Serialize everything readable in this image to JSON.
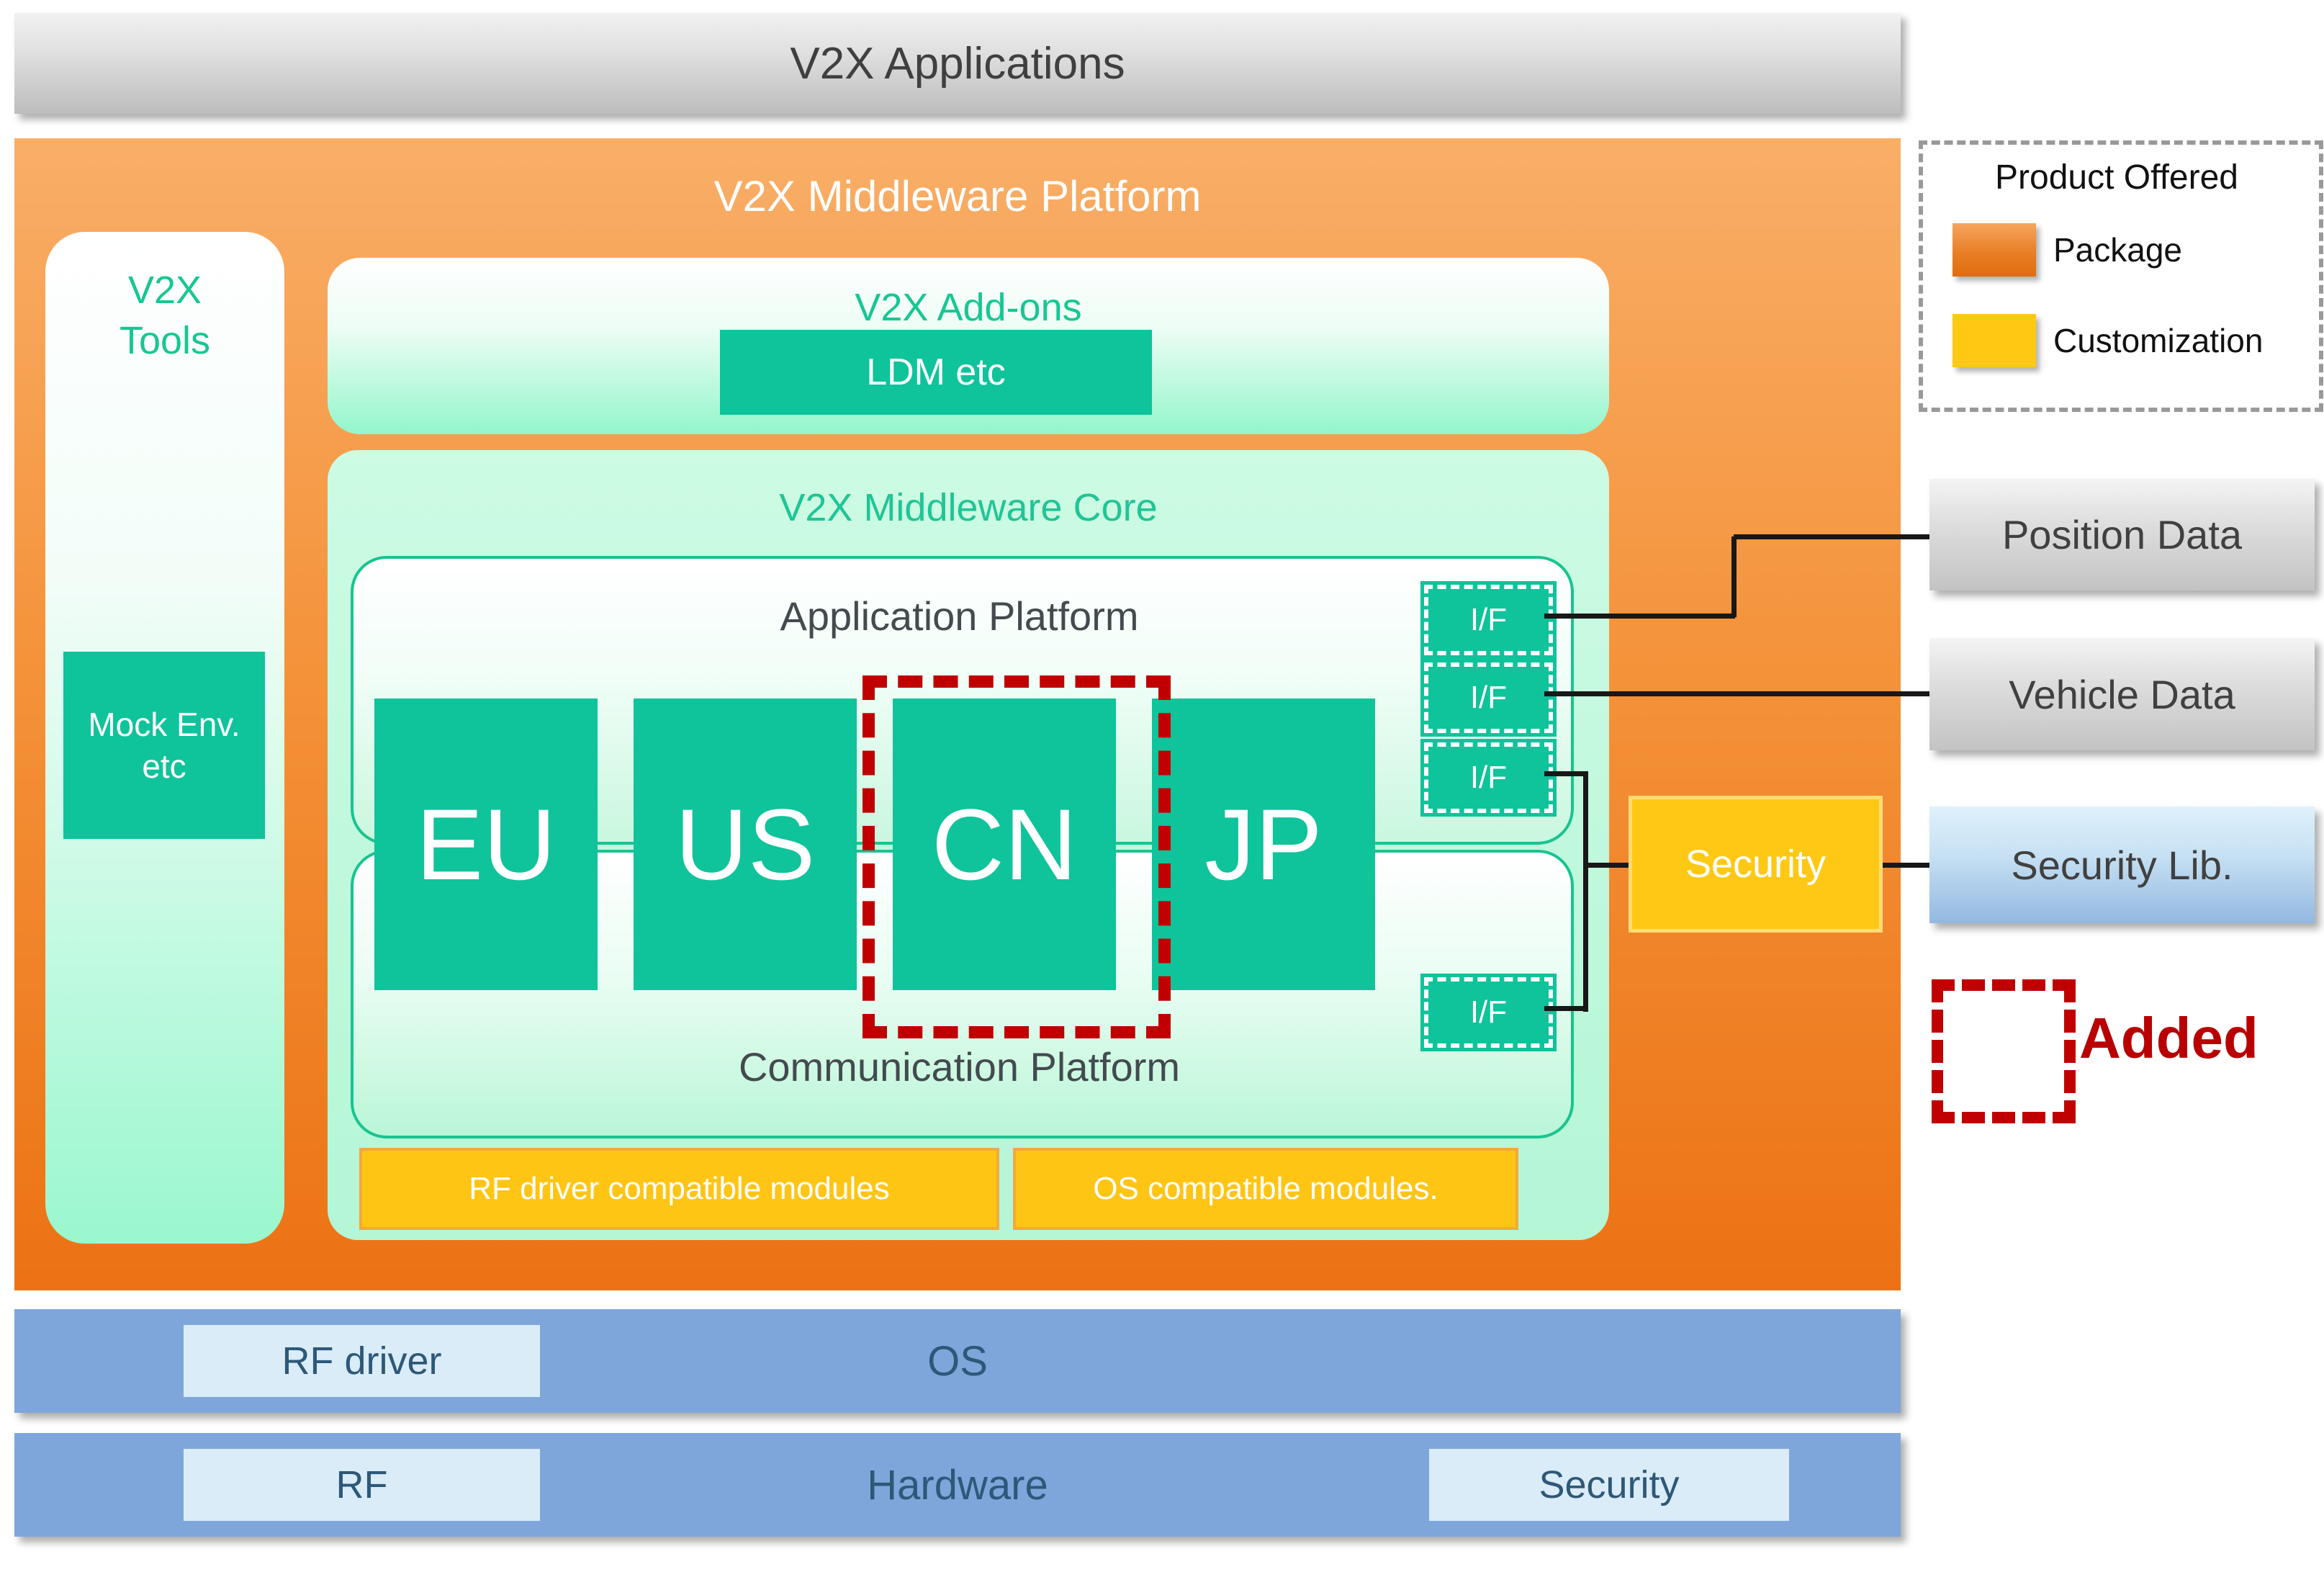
{
  "top_bar": {
    "label": "V2X Applications"
  },
  "platform": {
    "title": "V2X Middleware Platform"
  },
  "tools": {
    "title_line1": "V2X",
    "title_line2": "Tools",
    "mock_line1": "Mock Env.",
    "mock_line2": "etc"
  },
  "addons": {
    "title": "V2X Add-ons",
    "ldm_label": "LDM etc"
  },
  "core": {
    "title": "V2X Middleware Core",
    "app_platform_label": "Application Platform",
    "comm_platform_label": "Communication Platform",
    "regions": [
      "EU",
      "US",
      "CN",
      "JP"
    ],
    "if_label": "I/F",
    "modules": [
      "RF driver compatible modules",
      "OS compatible modules."
    ]
  },
  "right": {
    "position_data": "Position Data",
    "vehicle_data": "Vehicle Data",
    "security": "Security",
    "security_lib": "Security Lib.",
    "added_label": "Added"
  },
  "legend": {
    "title": "Product Offered",
    "items": [
      {
        "label": "Package",
        "color": "#e06c0d"
      },
      {
        "label": "Customization",
        "color": "#ffc913"
      }
    ]
  },
  "bottom": {
    "rf_driver": "RF driver",
    "os": "OS",
    "rf": "RF",
    "hardware": "Hardware",
    "security": "Security"
  },
  "colors": {
    "package_orange": "#ec7214",
    "customization_yellow": "#ffc814",
    "teal_module": "#0fc39b",
    "green_title": "#17c793",
    "added_red": "#c00000",
    "bar_blue": "#7ea6db",
    "security_lib_blue": "#93b8e0"
  }
}
